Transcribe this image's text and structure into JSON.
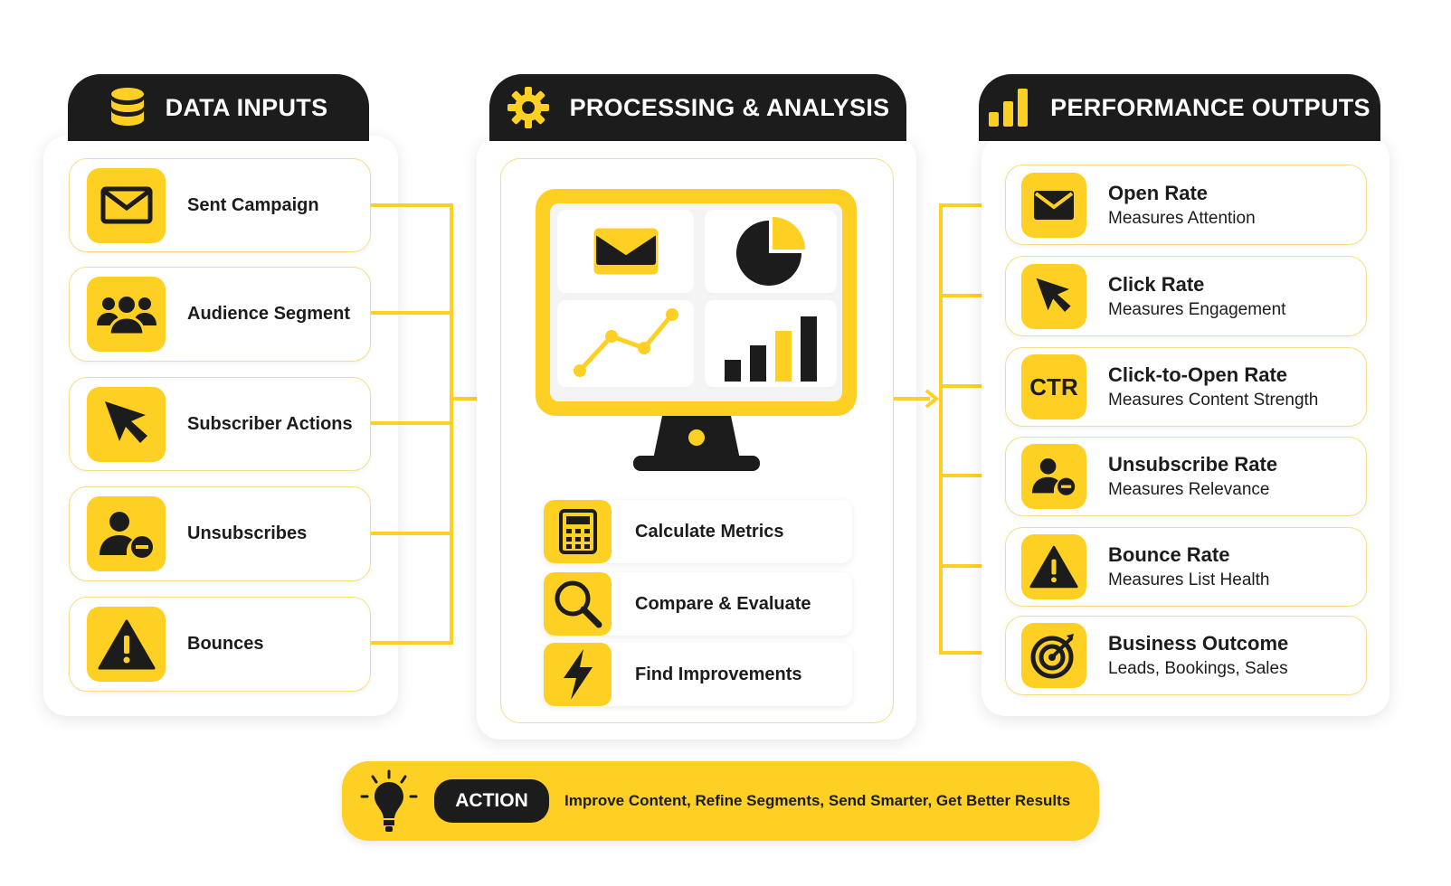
{
  "inputs": {
    "title": "DATA INPUTS",
    "items": [
      {
        "label": "Sent Campaign",
        "icon": "envelope-icon"
      },
      {
        "label": "Audience Segment",
        "icon": "users-icon"
      },
      {
        "label": "Subscriber Actions",
        "icon": "cursor-icon"
      },
      {
        "label": "Unsubscribes",
        "icon": "user-minus-icon"
      },
      {
        "label": "Bounces",
        "icon": "warning-icon"
      }
    ]
  },
  "processing": {
    "title": "PROCESSING & ANALYSIS",
    "steps": [
      {
        "label": "Calculate Metrics",
        "icon": "calculator-icon"
      },
      {
        "label": "Compare & Evaluate",
        "icon": "magnifier-icon"
      },
      {
        "label": "Find Improvements",
        "icon": "lightning-icon"
      }
    ]
  },
  "outputs": {
    "title": "PERFORMANCE OUTPUTS",
    "items": [
      {
        "title": "Open Rate",
        "sub": "Measures Attention"
      },
      {
        "title": "Click Rate",
        "sub": "Measures Engagement"
      },
      {
        "title": "Click-to-Open Rate",
        "sub": "Measures Content Strength",
        "badge": "CTR"
      },
      {
        "title": "Unsubscribe Rate",
        "sub": "Measures Relevance"
      },
      {
        "title": "Bounce Rate",
        "sub": "Measures List Health"
      },
      {
        "title": "Business Outcome",
        "sub": "Leads, Bookings, Sales"
      }
    ]
  },
  "action": {
    "badge": "ACTION",
    "text": "Improve Content, Refine Segments, Send Smarter, Get Better Results"
  },
  "colors": {
    "accent": "#fdd023",
    "dark": "#1c1c1c"
  }
}
